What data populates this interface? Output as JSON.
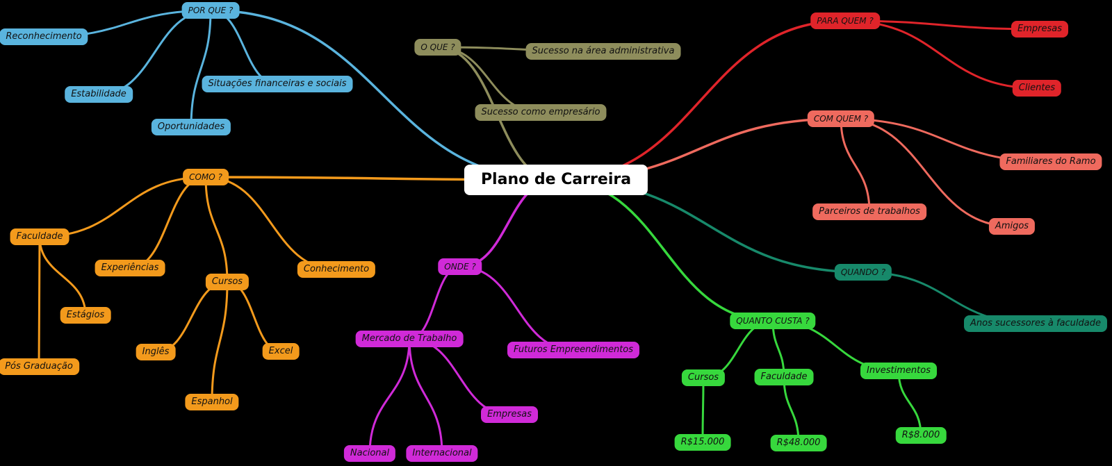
{
  "center": {
    "label": "Plano de Carreira"
  },
  "colors": {
    "por_que": "#5ab4de",
    "o_que": "#8e8d5c",
    "como": "#f39a1c",
    "onde": "#d02ad8",
    "para_quem": "#e0242a",
    "com_quem": "#ef6a5e",
    "quando": "#17896a",
    "quanto_custa": "#37d83d"
  },
  "por_que": {
    "label": "POR QUE ?",
    "items": [
      "Reconhecimento",
      "Estabilidade",
      "Situações financeiras e sociais",
      "Oportunidades"
    ]
  },
  "o_que": {
    "label": "O QUE ?",
    "items": [
      "Sucesso na área administrativa",
      "Sucesso como empresário"
    ]
  },
  "como": {
    "label": "COMO ?",
    "faculdade": {
      "label": "Faculdade",
      "items": [
        "Estágios",
        "Pós Graduação"
      ]
    },
    "experiencias": "Experiências",
    "cursos": {
      "label": "Cursos",
      "items": [
        "Inglês",
        "Excel",
        "Espanhol"
      ]
    },
    "conhecimento": "Conhecimento"
  },
  "onde": {
    "label": "ONDE ?",
    "mercado": {
      "label": "Mercado de Trabalho",
      "items": [
        "Nacional",
        "Internacional"
      ]
    },
    "futuros": "Futuros Empreendimentos",
    "empresas": "Empresas"
  },
  "para_quem": {
    "label": "PARA QUEM ?",
    "items": [
      "Empresas",
      "Clientes"
    ]
  },
  "com_quem": {
    "label": "COM QUEM ?",
    "items": [
      "Familiares do Ramo",
      "Parceiros de trabalhos",
      "Amigos"
    ]
  },
  "quando": {
    "label": "QUANDO ?",
    "items": [
      "Anos sucessores à faculdade"
    ]
  },
  "quanto_custa": {
    "label": "QUANTO CUSTA ?",
    "cursos": {
      "label": "Cursos",
      "value": "R$15.000"
    },
    "faculdade": {
      "label": "Faculdade",
      "value": "R$48.000"
    },
    "investimentos": {
      "label": "Investimentos",
      "value": "R$8.000"
    }
  }
}
